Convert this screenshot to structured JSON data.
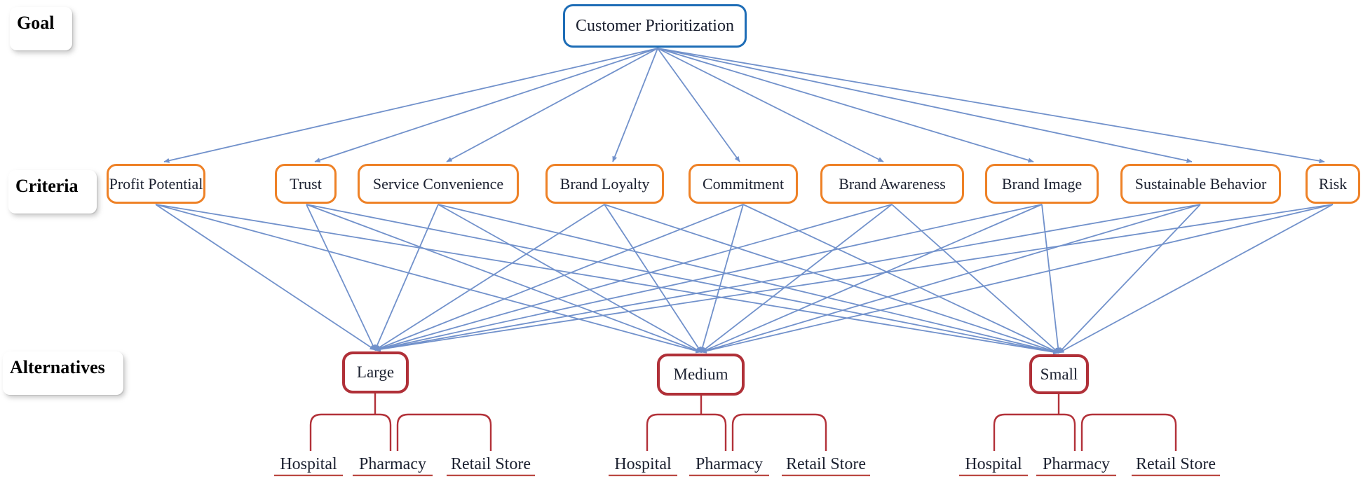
{
  "levels": {
    "goal": "Goal",
    "criteria": "Criteria",
    "alternatives": "Alternatives"
  },
  "goal": {
    "label": "Customer Prioritization"
  },
  "criteria": [
    {
      "label": "Profit Potential"
    },
    {
      "label": "Trust"
    },
    {
      "label": "Service Convenience"
    },
    {
      "label": "Brand Loyalty"
    },
    {
      "label": "Commitment"
    },
    {
      "label": "Brand Awareness"
    },
    {
      "label": "Brand Image"
    },
    {
      "label": "Sustainable Behavior"
    },
    {
      "label": "Risk"
    }
  ],
  "alternatives": [
    {
      "label": "Large",
      "children": [
        "Hospital",
        "Pharmacy",
        "Retail Store"
      ]
    },
    {
      "label": "Medium",
      "children": [
        "Hospital",
        "Pharmacy",
        "Retail Store"
      ]
    },
    {
      "label": "Small",
      "children": [
        "Hospital",
        "Pharmacy",
        "Retail Store"
      ]
    }
  ],
  "colors": {
    "goal_border": "#1e6db6",
    "criteria_border": "#ee8126",
    "alternative_border": "#b03038",
    "connector_blue": "#7191cb",
    "connector_red": "#b23139",
    "underline_red": "#bb4741",
    "text": "#1c2130"
  }
}
